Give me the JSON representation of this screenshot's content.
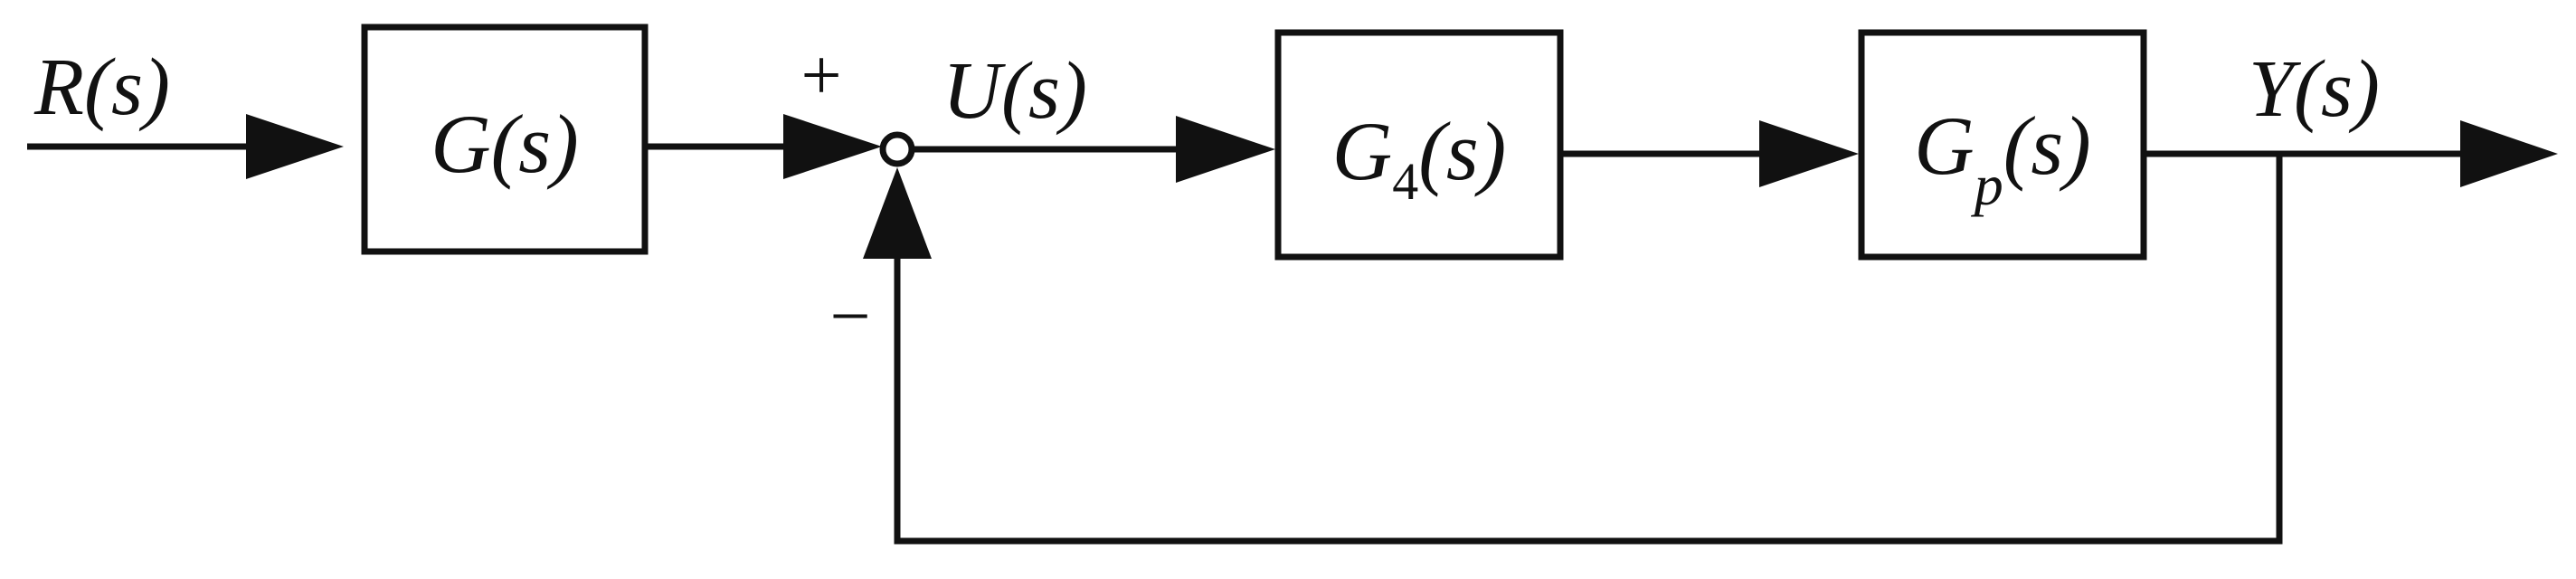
{
  "diagram": {
    "type": "block-diagram",
    "input": {
      "label": "R(s)"
    },
    "output": {
      "label": "Y(s)"
    },
    "intermediate": {
      "label": "U(s)"
    },
    "blocks": [
      {
        "id": "G",
        "label": "G(s)"
      },
      {
        "id": "G4",
        "label_main": "G",
        "label_sub": "4",
        "label_tail": "(s)"
      },
      {
        "id": "Gp",
        "label_main": "G",
        "label_sub": "p",
        "label_tail": "(s)"
      }
    ],
    "summing_junction": {
      "plus_sign": "+",
      "minus_sign": "−"
    },
    "feedback": "unity negative feedback from Y(s) to summing junction"
  }
}
